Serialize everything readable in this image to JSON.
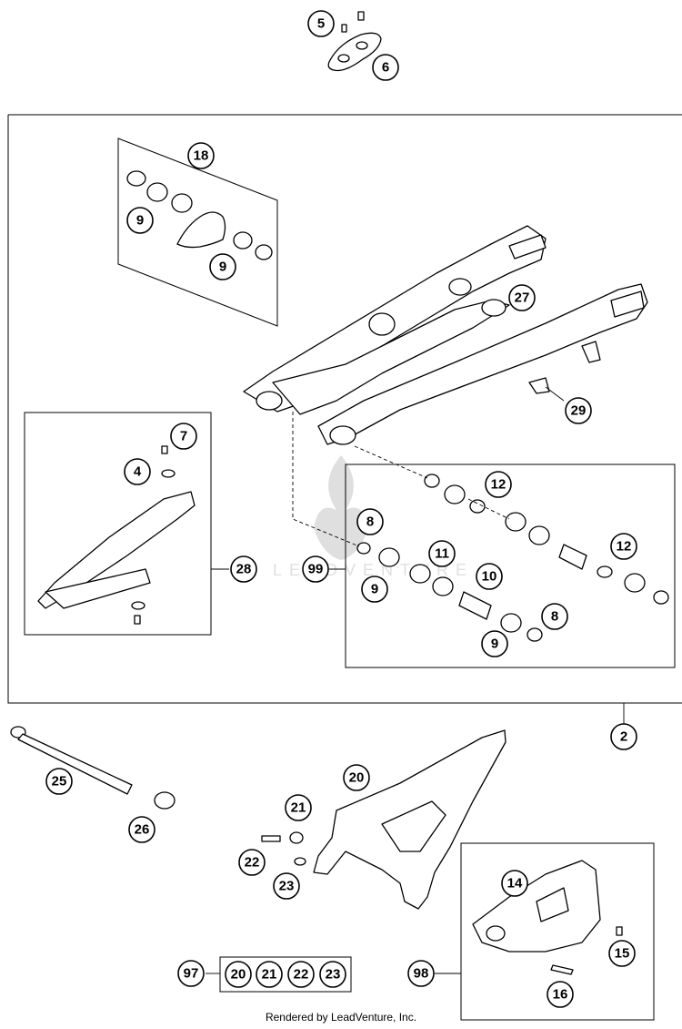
{
  "footer": {
    "credit": "Rendered by LeadVenture, Inc."
  },
  "watermark": {
    "text": "LEADVENTURE"
  },
  "callouts": {
    "c5": "5",
    "c6": "6",
    "c18": "18",
    "c9a": "9",
    "c9b": "9",
    "c27": "27",
    "c29": "29",
    "c7": "7",
    "c4": "4",
    "c28": "28",
    "c12a": "12",
    "c12b": "12",
    "c8a": "8",
    "c99": "99",
    "c11": "11",
    "c10": "10",
    "c9c": "9",
    "c8b": "8",
    "c9d": "9",
    "c2": "2",
    "c25": "25",
    "c26": "26",
    "c20": "20",
    "c21": "21",
    "c22": "22",
    "c23": "23",
    "c14": "14",
    "c15": "15",
    "c16": "16",
    "c97": "97",
    "c98": "98",
    "k20": "20",
    "k21": "21",
    "k22": "22",
    "k23": "23"
  }
}
